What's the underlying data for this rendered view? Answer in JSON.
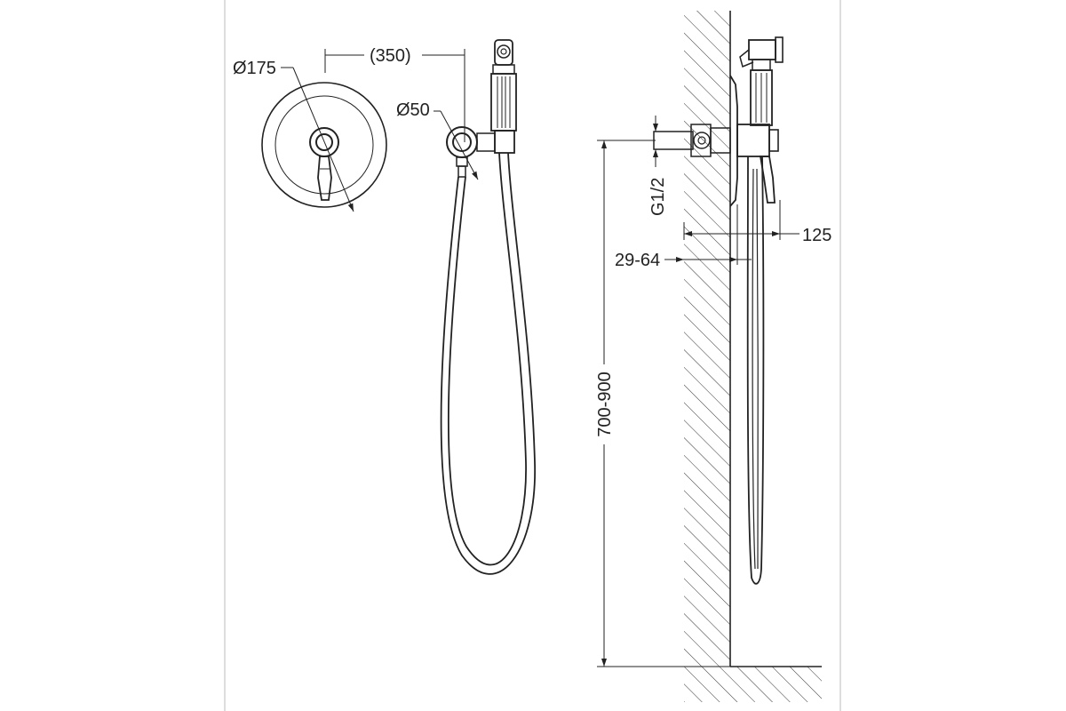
{
  "dimensions": {
    "plate_diameter": "Ø175",
    "projection": "(350)",
    "holder_diameter": "Ø50",
    "thread": "G1/2",
    "depth_total": "125",
    "wall_depth": "29-64",
    "mount_height": "700-900"
  },
  "colors": {
    "line": "#222222",
    "background": "#ffffff",
    "panel_edge": "#bbbbbb"
  }
}
